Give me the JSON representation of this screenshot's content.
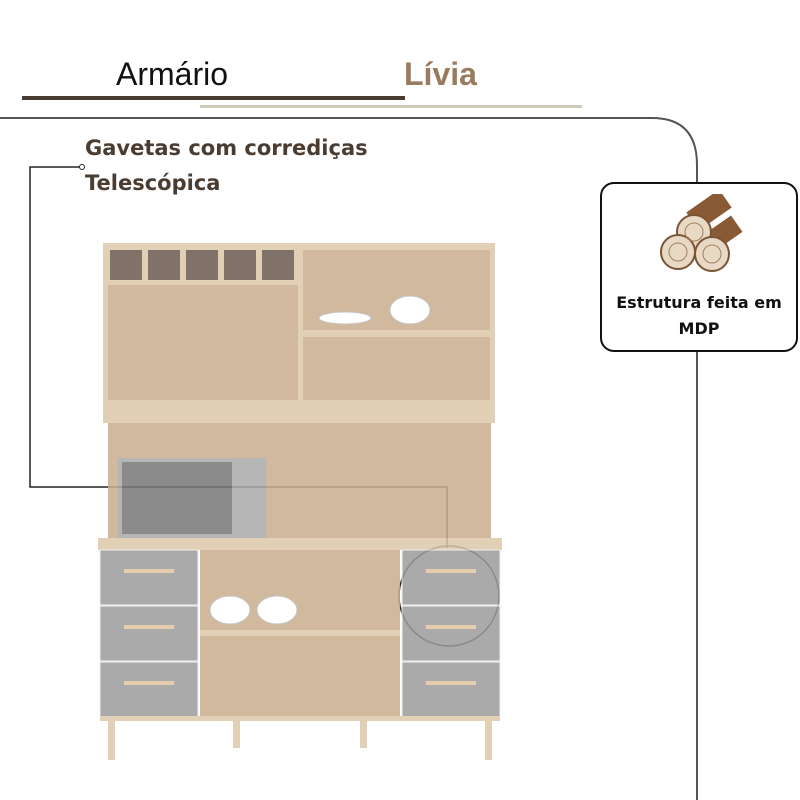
{
  "header": {
    "title_part1": "Armário",
    "title_part2": "Lívia"
  },
  "callout": {
    "line1": "Gavetas com corrediças",
    "line2": "Telescópica"
  },
  "badge": {
    "text": "Estrutura feita em MDP",
    "icon": "wood-logs-icon"
  },
  "colors": {
    "dark_brown": "#4a3c30",
    "accent_brown": "#9a7b5c",
    "light_line": "#d0cbbc",
    "drawer_gray": "#9c9c9c",
    "wood": "#dcc7aa"
  }
}
